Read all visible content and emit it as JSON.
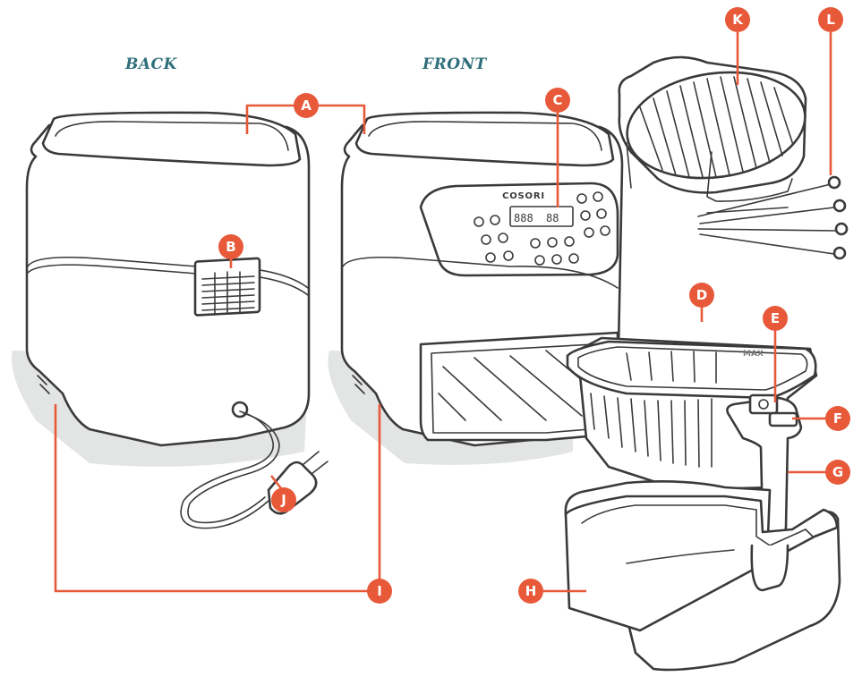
{
  "view_labels": {
    "back": "BACK",
    "front": "FRONT"
  },
  "device_text": {
    "brand": "COSORI",
    "max_mark": "MAX"
  },
  "colors": {
    "accent": "#e8593a",
    "view_label": "#2f6f7a",
    "outline": "#3a3a3a",
    "shadow": "#e3e4e4"
  },
  "callouts": [
    {
      "letter": "A"
    },
    {
      "letter": "B"
    },
    {
      "letter": "C"
    },
    {
      "letter": "D"
    },
    {
      "letter": "E"
    },
    {
      "letter": "F"
    },
    {
      "letter": "G"
    },
    {
      "letter": "H"
    },
    {
      "letter": "I"
    },
    {
      "letter": "J"
    },
    {
      "letter": "K"
    },
    {
      "letter": "L"
    }
  ]
}
